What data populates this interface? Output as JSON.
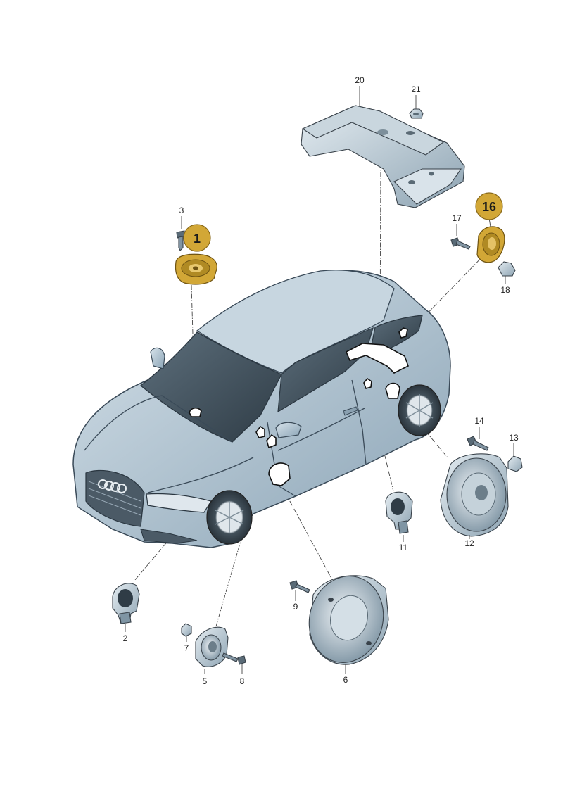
{
  "diagram": {
    "highlight_color": "#d2a736",
    "part_color": "#b9c9d4",
    "car_color": "#a9bfce",
    "highlighted_parts": [
      "1",
      "16"
    ],
    "callouts": {
      "p1": "1",
      "p2": "2",
      "p3": "3",
      "p5": "5",
      "p6": "6",
      "p7": "7",
      "p8": "8",
      "p9": "9",
      "p11": "11",
      "p12": "12",
      "p13": "13",
      "p14": "14",
      "p16": "16",
      "p17": "17",
      "p18": "18",
      "p20": "20",
      "p21": "21"
    }
  }
}
